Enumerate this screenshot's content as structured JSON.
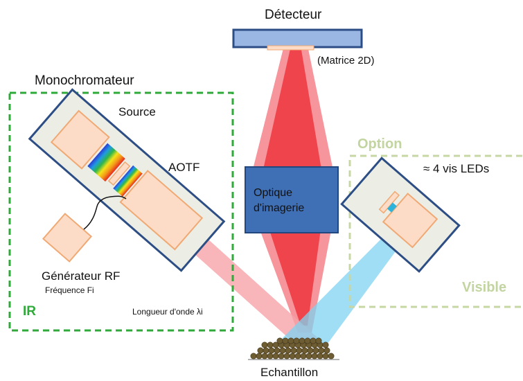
{
  "labels": {
    "detector": "Détecteur",
    "matrix": "(Matrice 2D)",
    "monochromator": "Monochromateur",
    "source": "Source",
    "aotf": "AOTF",
    "imaging_optics_line1": "Optique",
    "imaging_optics_line2": "d'imagerie",
    "option": "Option",
    "leds": "≈ 4 vis LEDs",
    "visible": "Visible",
    "rf_generator": "Générateur  RF",
    "frequency": "Fréquence Fi",
    "wavelength": "Longueur d'onde λi",
    "ir": "IR",
    "sample": "Echantillon"
  },
  "colors": {
    "ir_box_border": "#2faa3a",
    "ir_text": "#2faa3a",
    "option_box_border": "#c7d7a4",
    "option_text": "#c2d5a0",
    "detector_fill": "#9ab6e2",
    "detector_border": "#2d4e84",
    "optics_fill": "#3f6fb5",
    "optics_border": "#22467e",
    "red_beam": "#f0404a",
    "pink_beam": "#f6a3a9",
    "blue_beam": "#7fd3f0",
    "module_fill": "#eceee6",
    "module_border": "#2d4e84",
    "component_fill": "#fcdcc6",
    "component_border": "#f0a974",
    "sample_grain": "#6e5c33"
  }
}
